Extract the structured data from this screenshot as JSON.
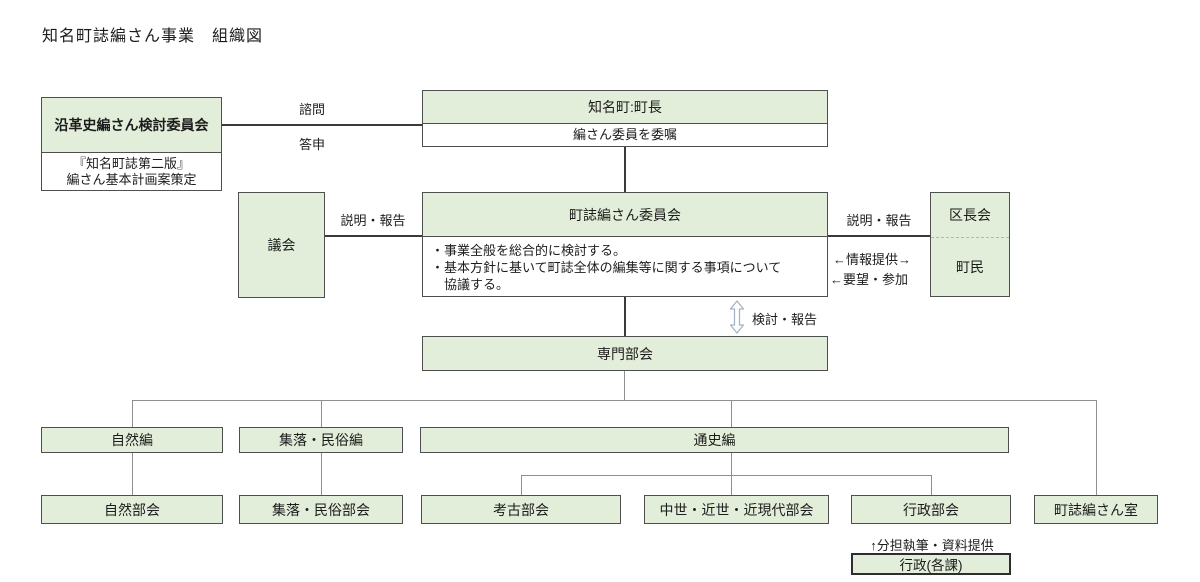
{
  "title": "知名町誌編さん事業　組織図",
  "colors": {
    "box_fill": "#e2eed9",
    "box_border": "#4f4f4f",
    "line_upper": "#3a3a3a",
    "line_lower": "#8f8f8f",
    "arrow_outline": "#a5b4c4"
  },
  "nodes": {
    "enkakushi": {
      "title": "沿革史編さん検討委員会",
      "body_line1": "『知名町誌第二版』",
      "body_line2": "編さん基本計画案策定"
    },
    "mayor": {
      "title": "知名町:町長",
      "body": "編さん委員を委嘱"
    },
    "gikai": {
      "label": "議会"
    },
    "committee": {
      "title": "町誌編さん委員会",
      "bullets": [
        "・事業全般を総合的に検討する。",
        "・基本方針に基いて町誌全体の編集等に関する事項について",
        "　協議する。"
      ]
    },
    "kuchokai": {
      "top": "区長会",
      "bottom": "町民"
    },
    "senmon": {
      "label": "専門部会"
    },
    "shizen_hen": {
      "label": "自然編"
    },
    "shuraku_hen": {
      "label": "集落・民俗編"
    },
    "tsushi_hen": {
      "label": "通史編"
    },
    "shizen_bukai": {
      "label": "自然部会"
    },
    "shuraku_bukai": {
      "label": "集落・民俗部会"
    },
    "koko_bukai": {
      "label": "考古部会"
    },
    "chusei_bukai": {
      "label": "中世・近世・近現代部会"
    },
    "gyosei_bukai": {
      "label": "行政部会"
    },
    "choshi_room": {
      "label": "町誌編さん室"
    },
    "gyosei_kakuka": {
      "label": "行政(各課)"
    }
  },
  "edge_labels": {
    "shimon": "諮問",
    "toshin": "答申",
    "setsumei_left": "説明・報告",
    "setsumei_right": "説明・報告",
    "joho": "←情報提供→",
    "yobo": "←要望・参加",
    "kento": "検討・報告",
    "buntan": "↑分担執筆・資料提供"
  }
}
